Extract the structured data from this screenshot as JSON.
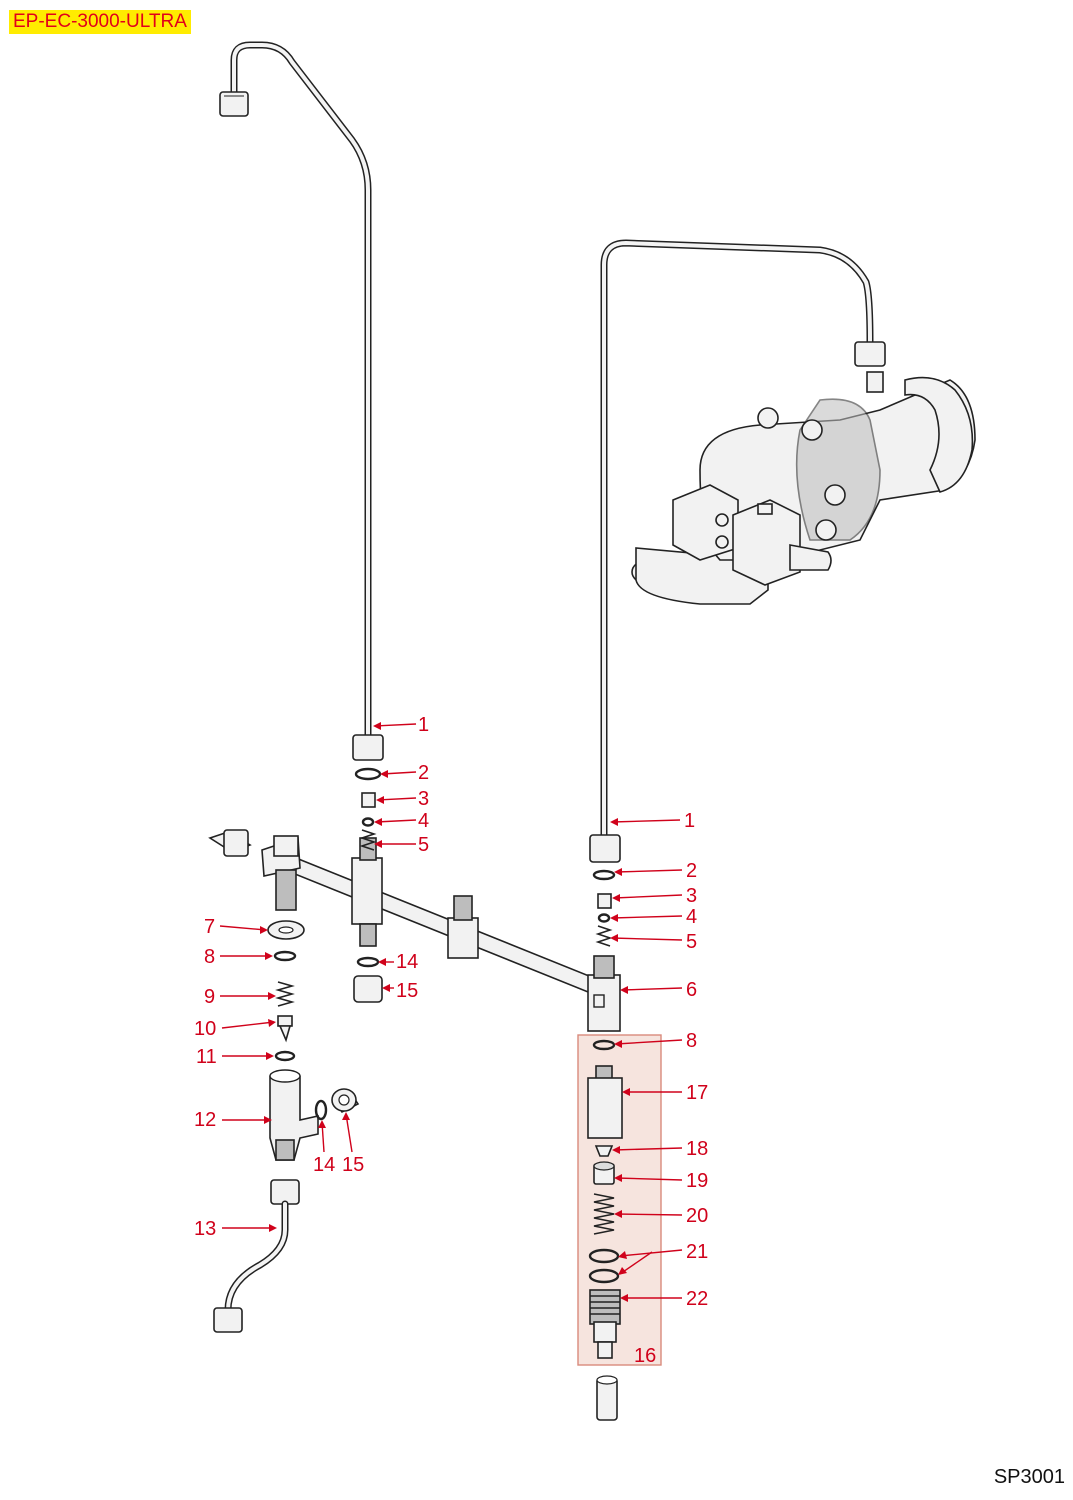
{
  "header": {
    "model": "EP-EC-3000-ULTRA"
  },
  "footer": {
    "sheet_code": "SP3001"
  },
  "colors": {
    "highlight": "#ffec00",
    "callout": "#d0021b",
    "group_box": "#f6e4de"
  },
  "callouts": [
    {
      "id": "c1a",
      "label": "1"
    },
    {
      "id": "c2a",
      "label": "2"
    },
    {
      "id": "c3a",
      "label": "3"
    },
    {
      "id": "c4a",
      "label": "4"
    },
    {
      "id": "c5a",
      "label": "5"
    },
    {
      "id": "c1b",
      "label": "1"
    },
    {
      "id": "c2b",
      "label": "2"
    },
    {
      "id": "c3b",
      "label": "3"
    },
    {
      "id": "c4b",
      "label": "4"
    },
    {
      "id": "c5b",
      "label": "5"
    },
    {
      "id": "c6",
      "label": "6"
    },
    {
      "id": "c7",
      "label": "7"
    },
    {
      "id": "c8a",
      "label": "8"
    },
    {
      "id": "c9",
      "label": "9"
    },
    {
      "id": "c10",
      "label": "10"
    },
    {
      "id": "c11",
      "label": "11"
    },
    {
      "id": "c12",
      "label": "12"
    },
    {
      "id": "c13",
      "label": "13"
    },
    {
      "id": "c14a",
      "label": "14"
    },
    {
      "id": "c15a",
      "label": "15"
    },
    {
      "id": "c14b",
      "label": "14"
    },
    {
      "id": "c15b",
      "label": "15"
    },
    {
      "id": "c8b",
      "label": "8"
    },
    {
      "id": "c17",
      "label": "17"
    },
    {
      "id": "c18",
      "label": "18"
    },
    {
      "id": "c19",
      "label": "19"
    },
    {
      "id": "c20",
      "label": "20"
    },
    {
      "id": "c21",
      "label": "21"
    },
    {
      "id": "c22",
      "label": "22"
    },
    {
      "id": "c16",
      "label": "16"
    }
  ]
}
